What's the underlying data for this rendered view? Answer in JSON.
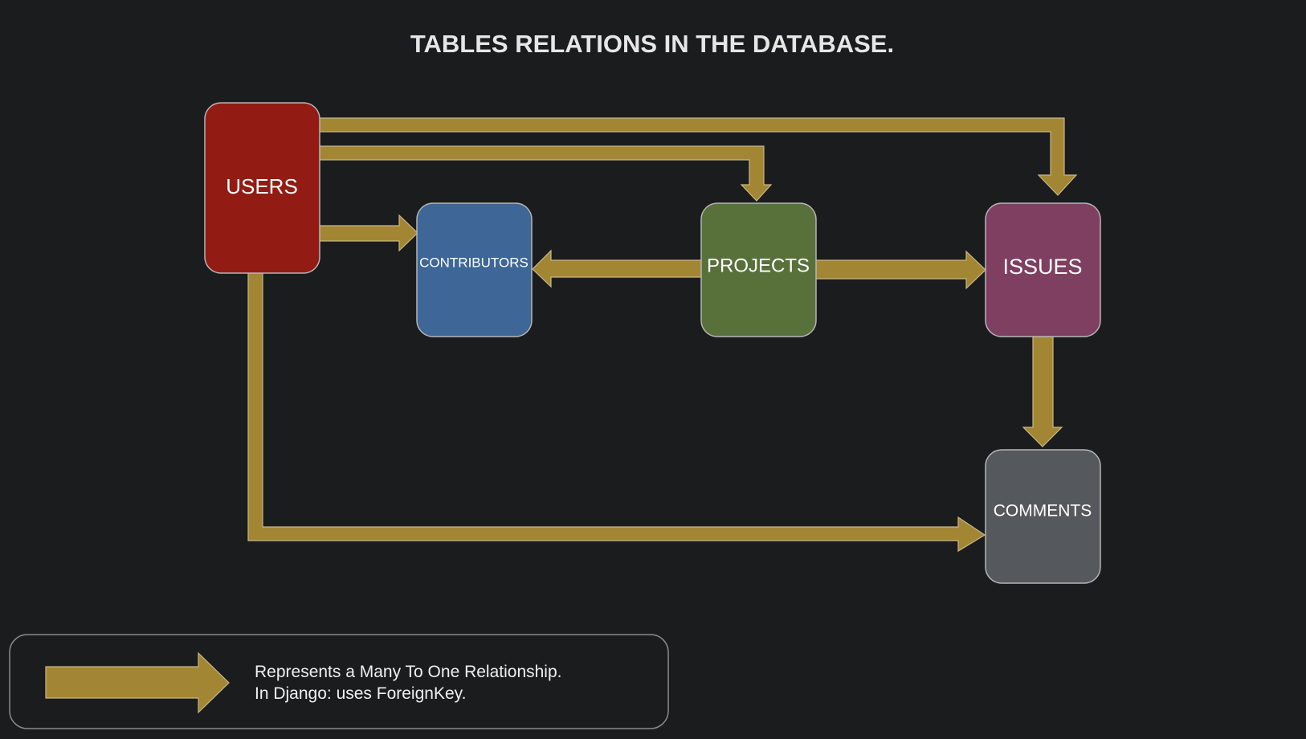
{
  "title": "TABLES RELATIONS IN THE DATABASE.",
  "colors": {
    "background": "#1a1c1e",
    "arrow": "#a38633",
    "users": "#921c13",
    "contributors": "#3e6697",
    "projects": "#58713b",
    "issues": "#7e3f61",
    "comments": "#55595d"
  },
  "nodes": {
    "users": "USERS",
    "contributors": "CONTRIBUTORS",
    "projects": "PROJECTS",
    "issues": "ISSUES",
    "comments": "COMMENTS"
  },
  "relations": [
    {
      "from": "USERS",
      "to": "ISSUES"
    },
    {
      "from": "USERS",
      "to": "PROJECTS"
    },
    {
      "from": "USERS",
      "to": "CONTRIBUTORS"
    },
    {
      "from": "PROJECTS",
      "to": "CONTRIBUTORS"
    },
    {
      "from": "PROJECTS",
      "to": "ISSUES"
    },
    {
      "from": "ISSUES",
      "to": "COMMENTS"
    },
    {
      "from": "USERS",
      "to": "COMMENTS"
    }
  ],
  "legend": {
    "line1": "Represents a Many To One Relationship.",
    "line2": "In Django: uses ForeignKey."
  }
}
